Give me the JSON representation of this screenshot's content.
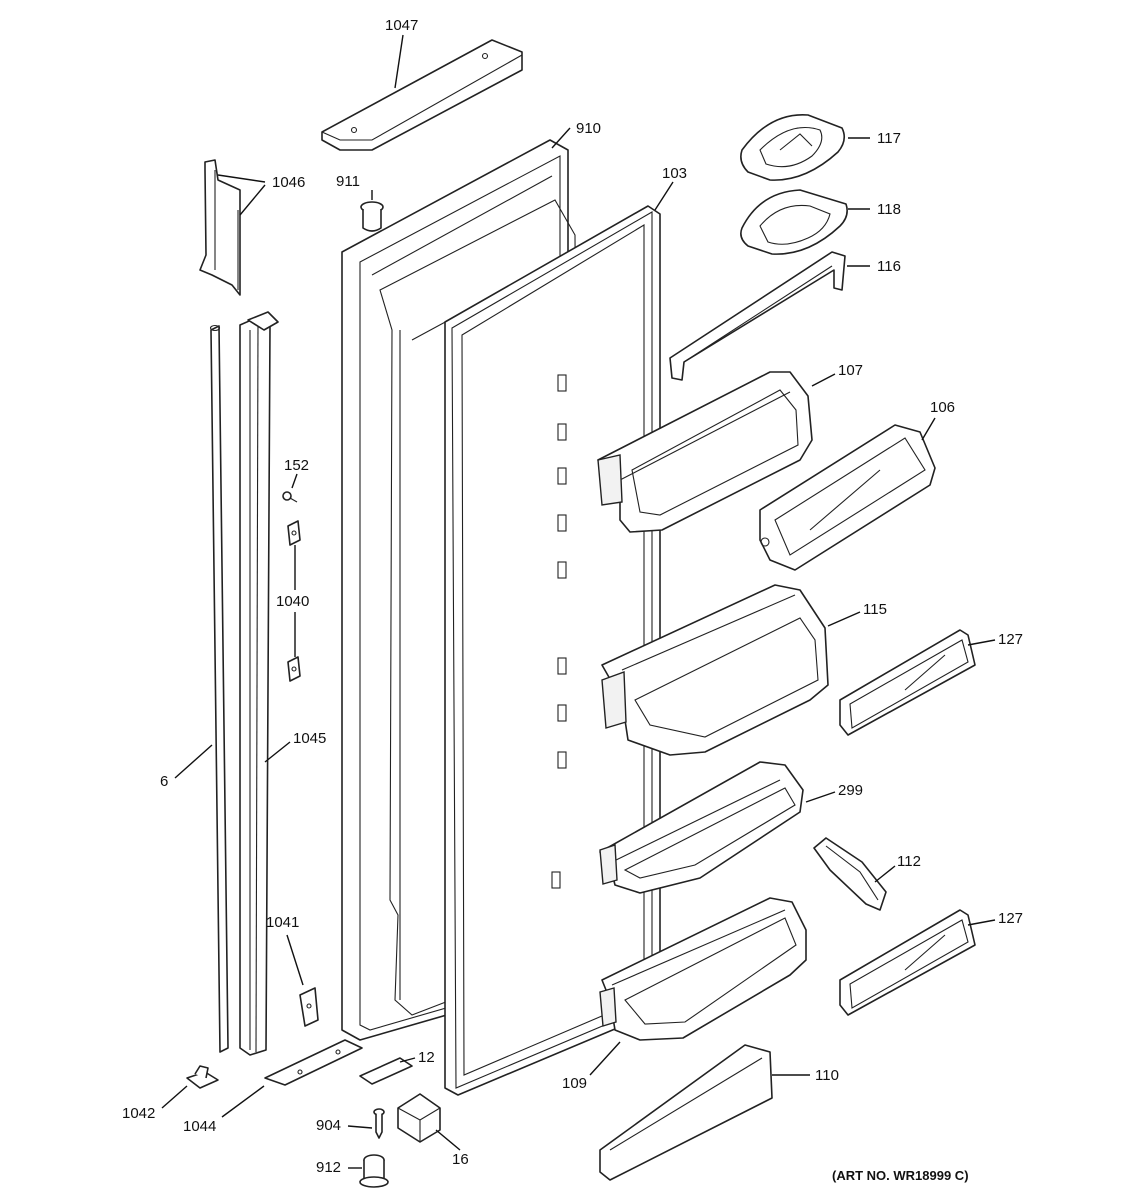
{
  "labels": {
    "p1047": "1047",
    "p910": "910",
    "p911": "911",
    "p1046": "1046",
    "p103": "103",
    "p117": "117",
    "p118": "118",
    "p116": "116",
    "p107": "107",
    "p106": "106",
    "p152": "152",
    "p1040": "1040",
    "p115": "115",
    "p127a": "127",
    "p6": "6",
    "p1045": "1045",
    "p299": "299",
    "p112": "112",
    "p1041": "1041",
    "p127b": "127",
    "p12": "12",
    "p110": "110",
    "p1042": "1042",
    "p1044": "1044",
    "p109": "109",
    "p904": "904",
    "p16": "16",
    "p912": "912"
  },
  "art_number": "(ART NO. WR18999 C)"
}
